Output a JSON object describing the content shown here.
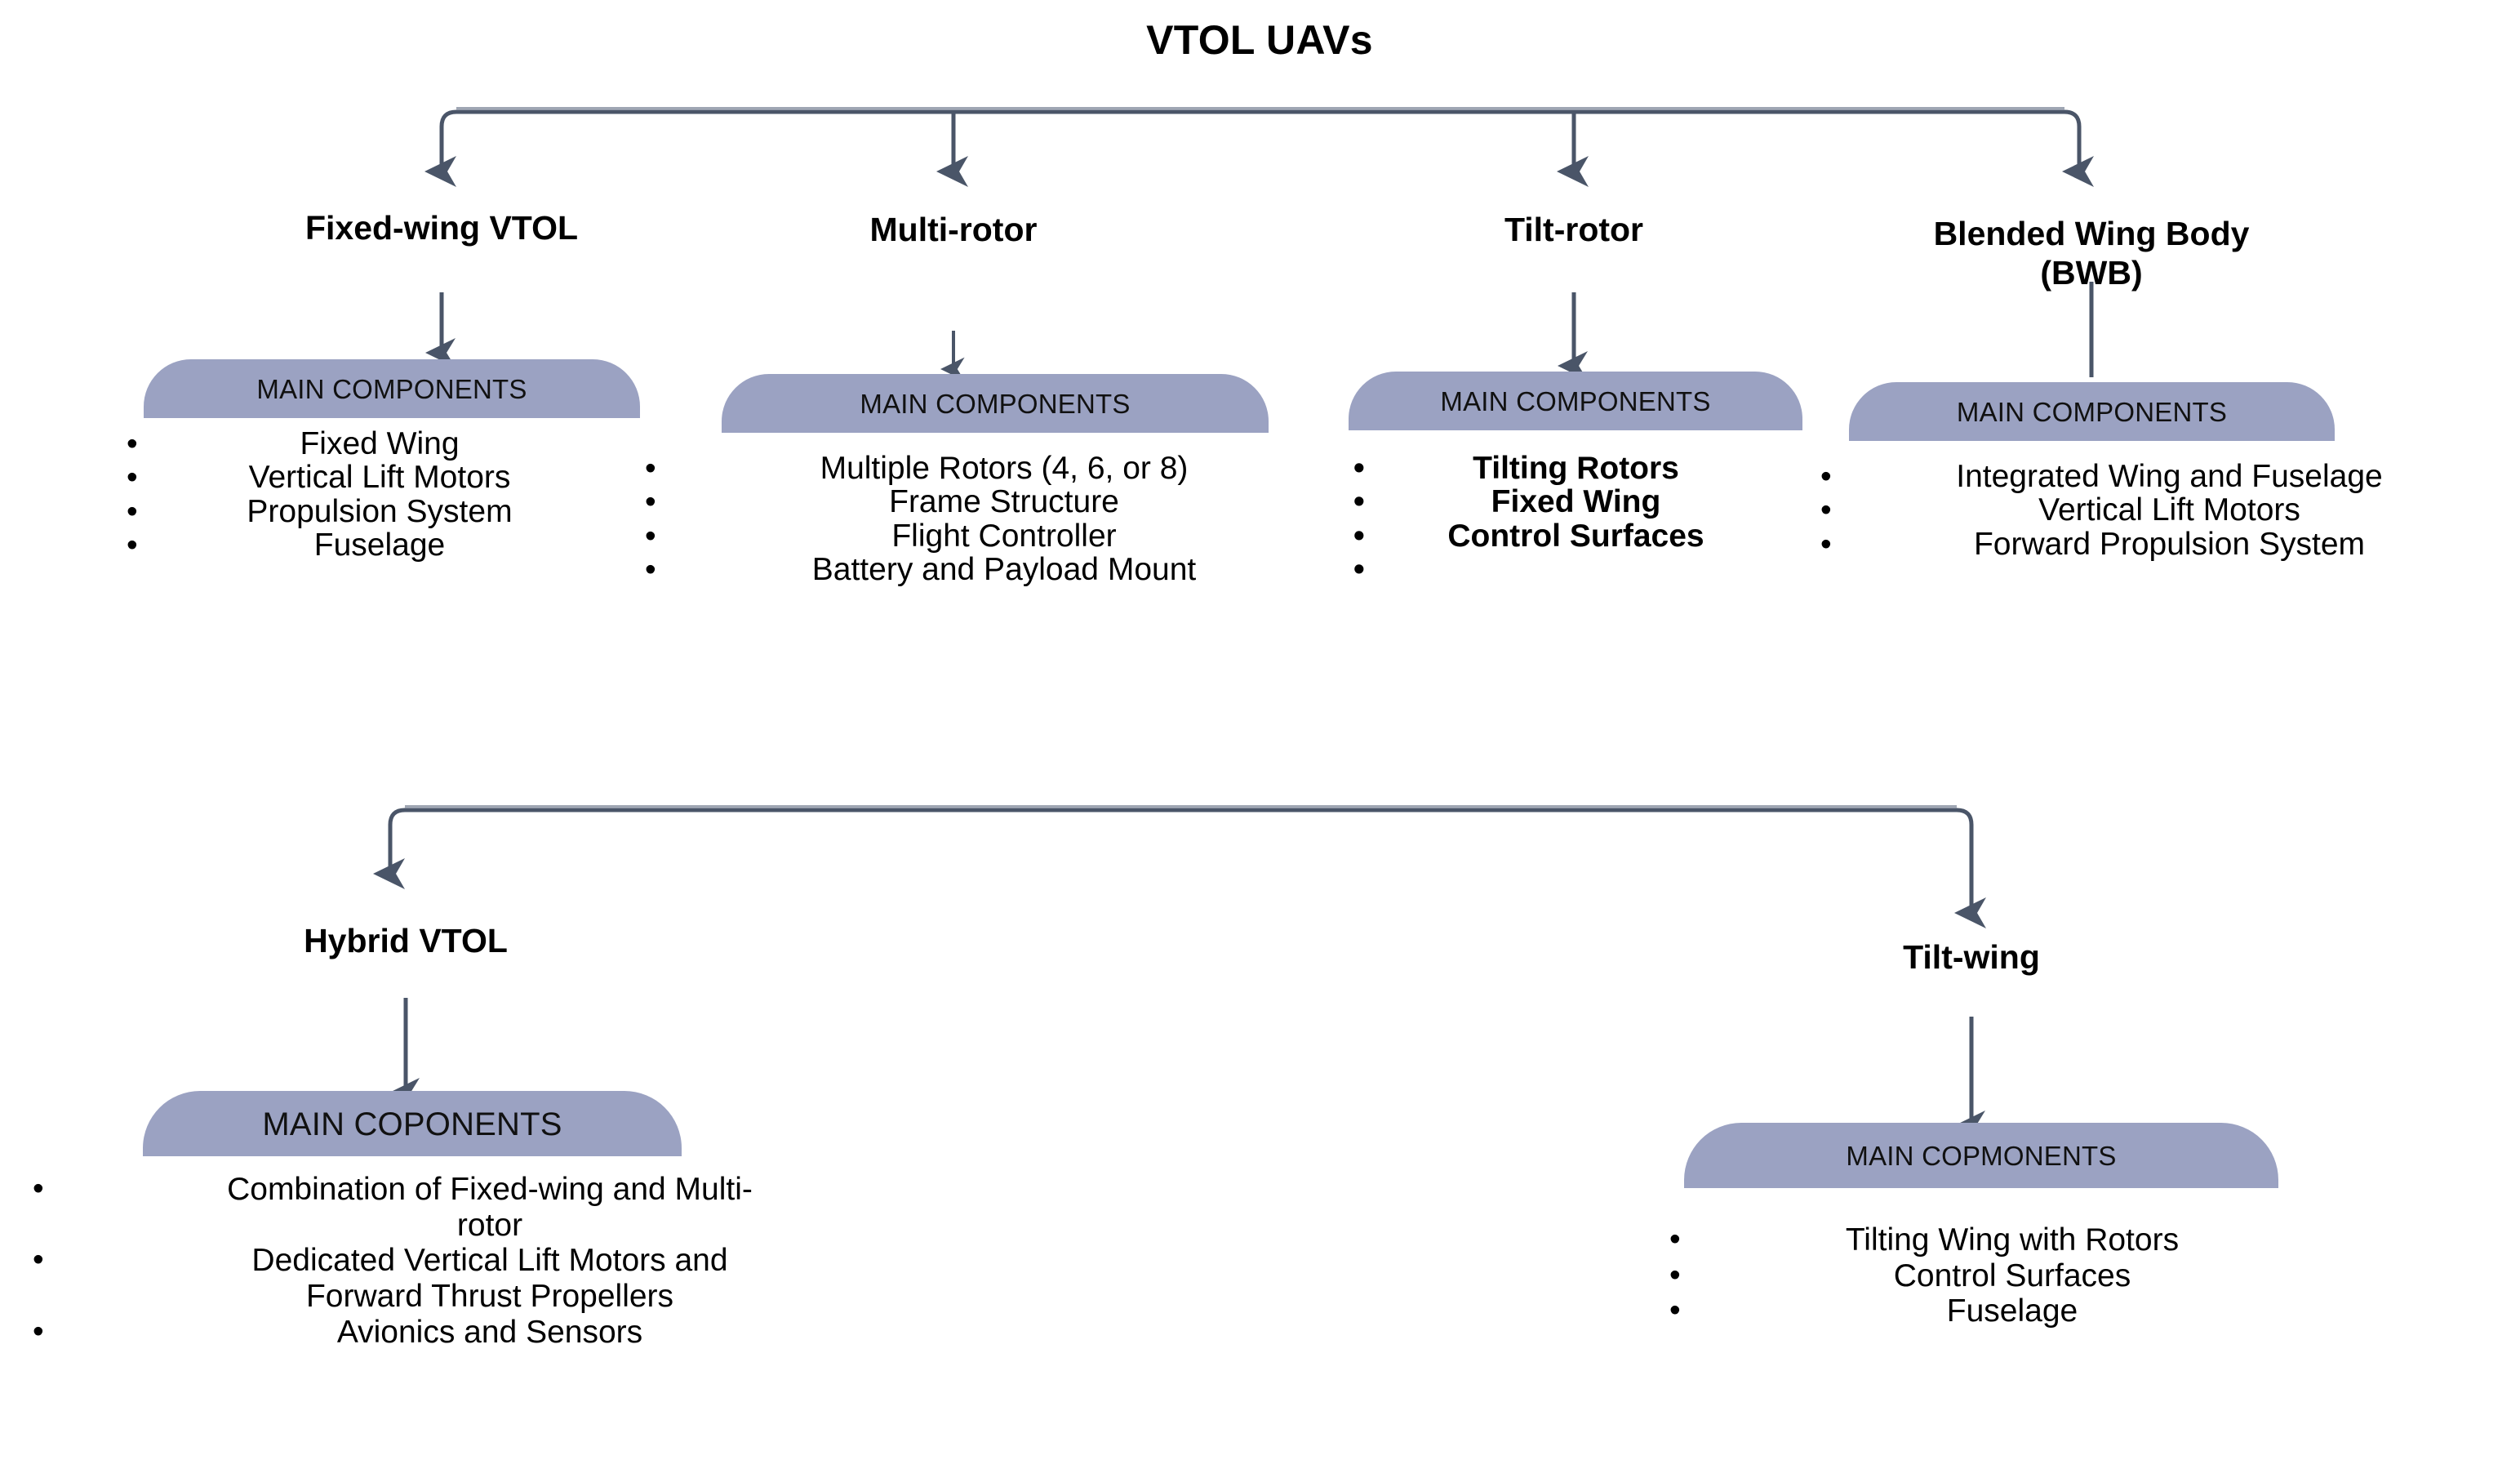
{
  "diagram": {
    "title": "VTOL UAVs",
    "banner_color": "#9ba2c2",
    "connector_color": "#4a5568",
    "text_color": "#000000",
    "background_color": "#ffffff"
  },
  "nodes": {
    "fixed_wing": {
      "title": "Fixed-wing VTOL",
      "banner": "MAIN COMPONENTS",
      "components": [
        "Fixed Wing",
        "Vertical Lift Motors",
        "Propulsion System",
        "Fuselage"
      ]
    },
    "multi_rotor": {
      "title": "Multi-rotor",
      "banner": "MAIN COMPONENTS",
      "components": [
        "Multiple Rotors (4, 6, or 8)",
        "Frame Structure",
        "Flight Controller",
        "Battery and Payload Mount"
      ]
    },
    "tilt_rotor": {
      "title": "Tilt-rotor",
      "banner": "MAIN COMPONENTS",
      "components": [
        "Tilting Rotors",
        "Fixed Wing",
        "Control Surfaces",
        ""
      ]
    },
    "bwb": {
      "title": "Blended Wing Body\n(BWB)",
      "banner": "MAIN COMPONENTS",
      "components": [
        "Integrated Wing and Fuselage",
        "Vertical Lift Motors",
        "Forward Propulsion System"
      ]
    },
    "hybrid_vtol": {
      "title": "Hybrid VTOL",
      "banner": "MAIN COPONENTS",
      "components": [
        "Combination of Fixed-wing and Multi-\nrotor",
        "Dedicated Vertical Lift Motors and\nForward Thrust Propellers",
        "Avionics and Sensors"
      ]
    },
    "tilt_wing": {
      "title": "Tilt-wing",
      "banner": "MAIN COPMONENTS",
      "components": [
        "Tilting Wing with Rotors",
        "Control Surfaces",
        "Fuselage"
      ]
    }
  }
}
